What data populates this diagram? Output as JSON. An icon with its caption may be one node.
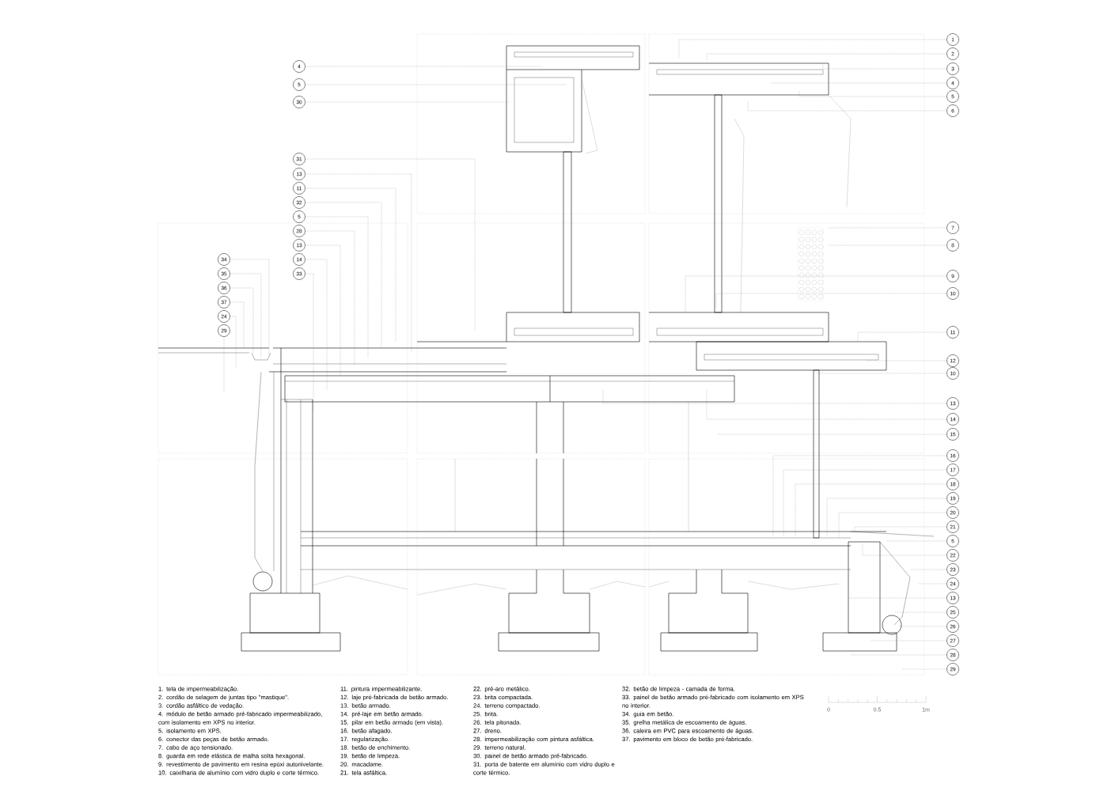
{
  "diagram": {
    "nodes": [
      {
        "text": [
          "4"
        ]
      },
      {
        "text": [
          "5"
        ]
      },
      {
        "text": [
          "30"
        ]
      },
      {
        "text": [
          "31"
        ]
      },
      {
        "text": [
          "13"
        ]
      },
      {
        "text": [
          "11"
        ]
      },
      {
        "text": [
          "32"
        ]
      },
      {
        "text": [
          "5"
        ]
      },
      {
        "text": [
          "28"
        ]
      },
      {
        "text": [
          "13"
        ]
      },
      {
        "text": [
          "14"
        ]
      },
      {
        "text": [
          "33"
        ]
      },
      {
        "text": [
          "34"
        ]
      },
      {
        "text": [
          "35"
        ]
      },
      {
        "text": [
          "36"
        ]
      },
      {
        "text": [
          "37"
        ]
      },
      {
        "text": [
          "24"
        ]
      },
      {
        "text": [
          "29"
        ]
      },
      {
        "text": [
          "1"
        ]
      },
      {
        "text": [
          "2"
        ]
      },
      {
        "text": [
          "3"
        ]
      },
      {
        "text": [
          "4"
        ]
      },
      {
        "text": [
          "5"
        ]
      },
      {
        "text": [
          "6"
        ]
      },
      {
        "text": [
          "7"
        ]
      },
      {
        "text": [
          "8"
        ]
      },
      {
        "text": [
          "9"
        ]
      },
      {
        "text": [
          "10"
        ]
      },
      {
        "text": [
          "11"
        ]
      },
      {
        "text": [
          "12"
        ]
      },
      {
        "text": [
          "10"
        ]
      },
      {
        "text": [
          "13"
        ]
      },
      {
        "text": [
          "14"
        ]
      },
      {
        "text": [
          "15"
        ]
      },
      {
        "text": [
          "16"
        ]
      },
      {
        "text": [
          "17"
        ]
      },
      {
        "text": [
          "18"
        ]
      },
      {
        "text": [
          "19"
        ]
      },
      {
        "text": [
          "20"
        ]
      },
      {
        "text": [
          "21"
        ]
      },
      {
        "text": [
          "5"
        ]
      },
      {
        "text": [
          "22"
        ]
      },
      {
        "text": [
          "23"
        ]
      },
      {
        "text": [
          "24"
        ]
      },
      {
        "text": [
          "13"
        ]
      },
      {
        "text": [
          "25"
        ]
      },
      {
        "text": [
          "26"
        ]
      },
      {
        "text": [
          "27"
        ]
      },
      {
        "text": [
          "28"
        ]
      },
      {
        "text": [
          "29"
        ]
      }
    ],
    "edges": [
      {
        "from": 0,
        "to": null,
        "arrow": "none"
      },
      {
        "from": 1,
        "to": null,
        "arrow": "none"
      },
      {
        "from": 2,
        "to": null,
        "arrow": "none"
      },
      {
        "from": 3,
        "to": null,
        "arrow": "none"
      },
      {
        "from": 4,
        "to": null,
        "arrow": "none"
      },
      {
        "from": 5,
        "to": null,
        "arrow": "none"
      },
      {
        "from": 6,
        "to": null,
        "arrow": "none"
      },
      {
        "from": 7,
        "to": null,
        "arrow": "none"
      },
      {
        "from": 8,
        "to": null,
        "arrow": "none"
      },
      {
        "from": 9,
        "to": null,
        "arrow": "none"
      },
      {
        "from": 10,
        "to": null,
        "arrow": "none"
      },
      {
        "from": 11,
        "to": null,
        "arrow": "none"
      },
      {
        "from": 12,
        "to": null,
        "arrow": "none"
      },
      {
        "from": 13,
        "to": null,
        "arrow": "none"
      },
      {
        "from": 14,
        "to": null,
        "arrow": "none"
      },
      {
        "from": 15,
        "to": null,
        "arrow": "none"
      },
      {
        "from": 16,
        "to": null,
        "arrow": "none"
      },
      {
        "from": 17,
        "to": null,
        "arrow": "none"
      },
      {
        "from": 18,
        "to": null,
        "arrow": "none"
      },
      {
        "from": 19,
        "to": null,
        "arrow": "none"
      },
      {
        "from": 20,
        "to": null,
        "arrow": "none"
      },
      {
        "from": 21,
        "to": null,
        "arrow": "none"
      },
      {
        "from": 22,
        "to": null,
        "arrow": "none"
      },
      {
        "from": 23,
        "to": null,
        "arrow": "none"
      },
      {
        "from": 24,
        "to": null,
        "arrow": "none"
      },
      {
        "from": 25,
        "to": null,
        "arrow": "none"
      },
      {
        "from": 26,
        "to": null,
        "arrow": "none"
      },
      {
        "from": 27,
        "to": null,
        "arrow": "none"
      },
      {
        "from": 28,
        "to": null,
        "arrow": "none"
      },
      {
        "from": 29,
        "to": null,
        "arrow": "none"
      },
      {
        "from": 30,
        "to": null,
        "arrow": "none"
      },
      {
        "from": 31,
        "to": null,
        "arrow": "none"
      },
      {
        "from": 32,
        "to": null,
        "arrow": "none"
      },
      {
        "from": 33,
        "to": null,
        "arrow": "none"
      },
      {
        "from": 34,
        "to": null,
        "arrow": "none"
      },
      {
        "from": 35,
        "to": null,
        "arrow": "none"
      },
      {
        "from": 36,
        "to": null,
        "arrow": "none"
      },
      {
        "from": 37,
        "to": null,
        "arrow": "none"
      },
      {
        "from": 38,
        "to": null,
        "arrow": "none"
      },
      {
        "from": 39,
        "to": null,
        "arrow": "none"
      },
      {
        "from": 40,
        "to": null,
        "arrow": "none"
      },
      {
        "from": 41,
        "to": null,
        "arrow": "none"
      },
      {
        "from": 42,
        "to": null,
        "arrow": "none"
      },
      {
        "from": 43,
        "to": null,
        "arrow": "none"
      },
      {
        "from": 44,
        "to": null,
        "arrow": "none"
      },
      {
        "from": 45,
        "to": null,
        "arrow": "none"
      },
      {
        "from": 46,
        "to": null,
        "arrow": "none"
      },
      {
        "from": 47,
        "to": null,
        "arrow": "none"
      },
      {
        "from": 48,
        "to": null,
        "arrow": "none"
      },
      {
        "from": 49,
        "to": null,
        "arrow": "none"
      }
    ],
    "labels": [
      "1. tela de impermeabilização.",
      "2. cordão de selagem de juntas tipo \"mastique\".",
      "3. cordão asfáltico de vedação.",
      "4. módulo de betão armado pré-fabricado impermeabilizado, com isolamento em XPS no interior.",
      "5. isolamento em XPS.",
      "6. conector das peças de betão armado.",
      "7. cabo de aço tensionado.",
      "8. guarda em rede elástica de malha solta hexagonal.",
      "9. revestimento de pavimento em resina epóxi autonivelante.",
      "10. caixilharia de alumínio com vidro duplo e corte térmico.",
      "11. pintura impermeabilizante.",
      "12. laje pré-fabricada de betão armado.",
      "13. betão armado.",
      "14. pré-laje em betão armado.",
      "15. pilar em betão armado (em vista).",
      "16. betão afagado.",
      "17. regularização.",
      "18. betão de enchimento.",
      "19. betão de limpeza.",
      "20. macadame.",
      "21. tela asfáltica.",
      "22. pré-aro metálico.",
      "23. brita compactada.",
      "24. terreno compactado.",
      "25. brita.",
      "26. tela pitonada.",
      "27. dreno.",
      "28. impermeabilização com pintura asfáltica.",
      "29. terreno natural.",
      "30. painel de betão armado pré-fabricado.",
      "31. porta de batente em alumínio com vidro duplo e corte térmico.",
      "32. betão de limpeza - camada de forma.",
      "33. painel de betão armado pré-fabricado com isolamento em XPS no interior.",
      "34. guia em betão.",
      "35. grelha metálica de escoamento de águas.",
      "36. caleira em PVC para escoamento de águas.",
      "37. pavimento em bloco de betão pré-fabricado.",
      "0",
      "0.5",
      "1m"
    ]
  }
}
